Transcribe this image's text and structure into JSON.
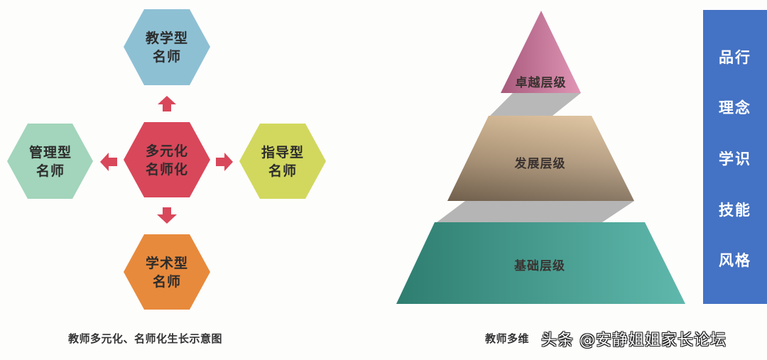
{
  "left_diagram": {
    "title": "教师多元化、名师化生长示意图",
    "center": {
      "line1": "多元化",
      "line2": "名师化",
      "color": "#d9475a"
    },
    "nodes": [
      {
        "id": "top",
        "line1": "教学型",
        "line2": "名师",
        "color": "#8ec0d4"
      },
      {
        "id": "left",
        "line1": "管理型",
        "line2": "名师",
        "color": "#a2d5bb"
      },
      {
        "id": "right",
        "line1": "指导型",
        "line2": "名师",
        "color": "#d2d85e"
      },
      {
        "id": "bottom",
        "line1": "学术型",
        "line2": "名师",
        "color": "#e88a3c"
      }
    ],
    "arrow_color": "#d9475a"
  },
  "right_diagram": {
    "caption_visible": "教师多维",
    "tiers": [
      {
        "label": "卓越层级",
        "color": "#c9809e"
      },
      {
        "label": "发展层级",
        "color": "#c2a583"
      },
      {
        "label": "基础层级",
        "color": "#3f9a8c"
      }
    ],
    "traits_panel_color": "#4472c4",
    "traits": [
      "品行",
      "理念",
      "学识",
      "技能",
      "风格"
    ]
  },
  "watermark": "头条 @安静姐姐家长论坛"
}
